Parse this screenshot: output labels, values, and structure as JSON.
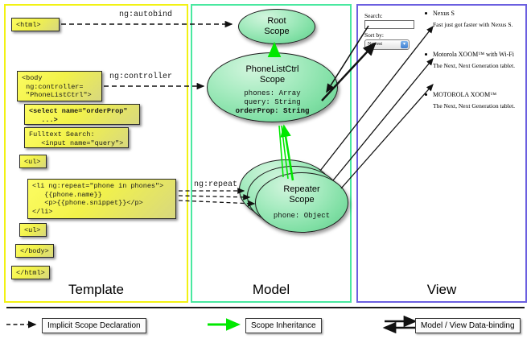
{
  "panels": {
    "template": {
      "label": "Template",
      "border_color": "#f2f213"
    },
    "model": {
      "label": "Model",
      "border_color": "#49e8a0"
    },
    "view": {
      "label": "View",
      "border_color": "#6b5fe0"
    }
  },
  "template_code": [
    {
      "name": "html-open",
      "text": "<html>",
      "bold": false
    },
    {
      "name": "body-controller",
      "text": "<body\n ng:controller=\n \"PhoneListCtrl\">",
      "bold": false
    },
    {
      "name": "select-orderprop",
      "text": "<select name=\"orderProp\"\n   ...>",
      "bold": true
    },
    {
      "name": "fulltext-search-input",
      "text": "Fulltext Search:\n   <input name=\"query\">",
      "bold": false
    },
    {
      "name": "ul-open",
      "text": "<ul>",
      "bold": false
    },
    {
      "name": "li-ngrepeat",
      "text": "<li ng:repeat=\"phone in phones\">\n   {{phone.name}}\n   <p>{{phone.snippet}}</p>\n</li>",
      "bold": false
    },
    {
      "name": "ul-close",
      "text": "<ul>",
      "bold": false
    },
    {
      "name": "body-close",
      "text": "</body>",
      "bold": false
    },
    {
      "name": "html-close",
      "text": "</html>",
      "bold": false
    }
  ],
  "scopes": {
    "root": {
      "title_line1": "Root",
      "title_line2": "Scope",
      "props": []
    },
    "phonelistctrl": {
      "title_line1": "PhoneListCtrl",
      "title_line2": "Scope",
      "props": [
        {
          "text": "phones: Array",
          "bold": false
        },
        {
          "text": "query: String",
          "bold": false
        },
        {
          "text": "orderProp: String",
          "bold": true
        }
      ]
    },
    "repeater": {
      "title_line1": "Repeater",
      "title_line2": "Scope",
      "props": [
        {
          "text": "phone: Object",
          "bold": false
        }
      ]
    }
  },
  "edge_labels": {
    "autobind": "ng:autobind",
    "controller": "ng:controller",
    "repeat": "ng:repeat"
  },
  "view": {
    "search_label": "Search:",
    "search_value": "",
    "sort_label": "Sort by:",
    "sort_selected": "Newest",
    "sort_options": [
      "Newest"
    ],
    "phones": [
      {
        "name": "Nexus S",
        "snippet": "Fast just got faster with Nexus S."
      },
      {
        "name": "Motorola XOOM™ with Wi-Fi",
        "snippet": "The Next, Next Generation tablet."
      },
      {
        "name": "MOTOROLA XOOM™",
        "snippet": "The Next, Next Generation tablet."
      }
    ]
  },
  "legend": [
    {
      "name": "implicit-scope-declaration",
      "label": "Implicit Scope Declaration",
      "marker": "dashed-arrow",
      "color": "#1a1a1a"
    },
    {
      "name": "scope-inheritance",
      "label": "Scope Inheritance",
      "marker": "green-arrow",
      "color": "#00e800"
    },
    {
      "name": "model-view-data-binding",
      "label": "Model / View Data-binding",
      "marker": "double-arrow",
      "color": "#1a1a1a"
    }
  ]
}
